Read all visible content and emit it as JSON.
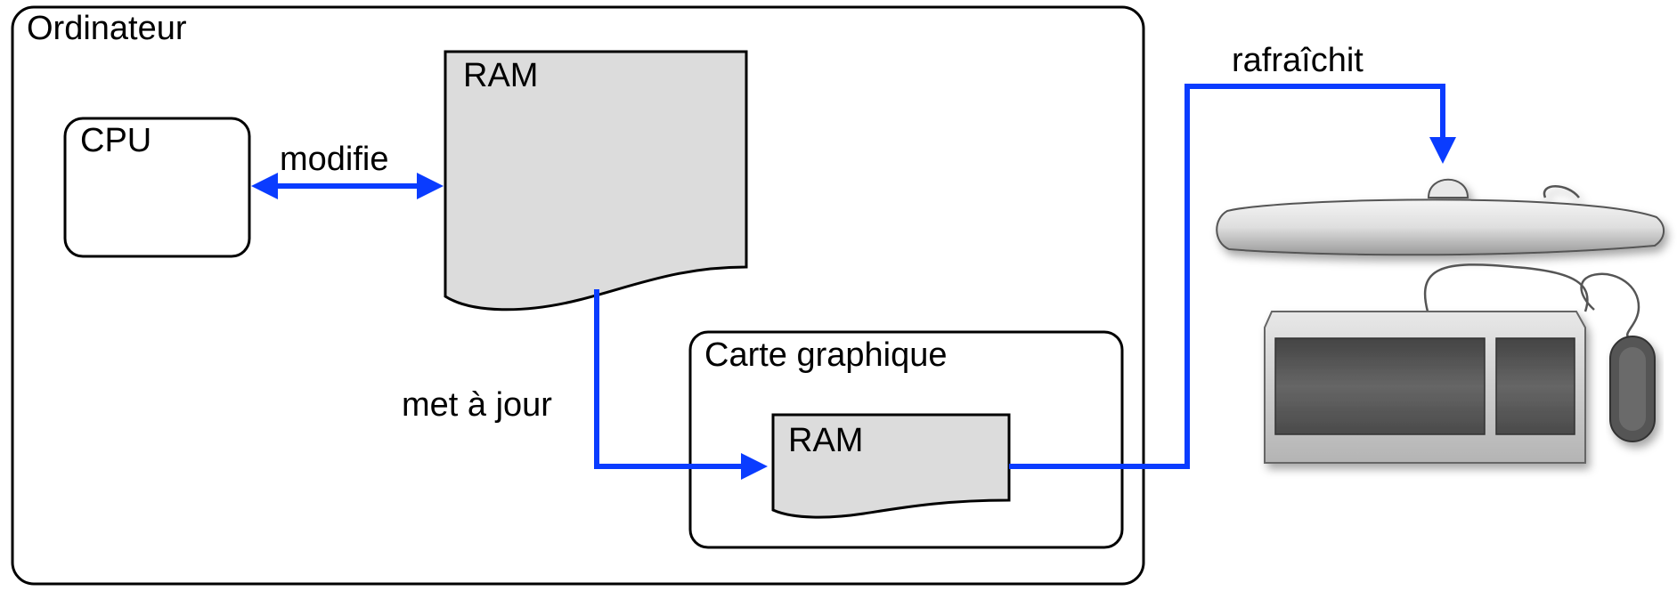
{
  "labels": {
    "computer": "Ordinateur",
    "cpu": "CPU",
    "main_ram": "RAM",
    "graphics_card": "Carte graphique",
    "video_ram": "RAM",
    "modifies": "modifie",
    "updates": "met à jour",
    "refreshes": "rafraîchit"
  },
  "colors": {
    "arrow": "#0a3cff",
    "ram_fill": "#dcdcdc",
    "box_stroke": "#000000",
    "device_light": "#e4e4e4",
    "device_dark": "#555555"
  },
  "icons": [
    "monitor-icon",
    "keyboard-icon",
    "mouse-icon"
  ]
}
